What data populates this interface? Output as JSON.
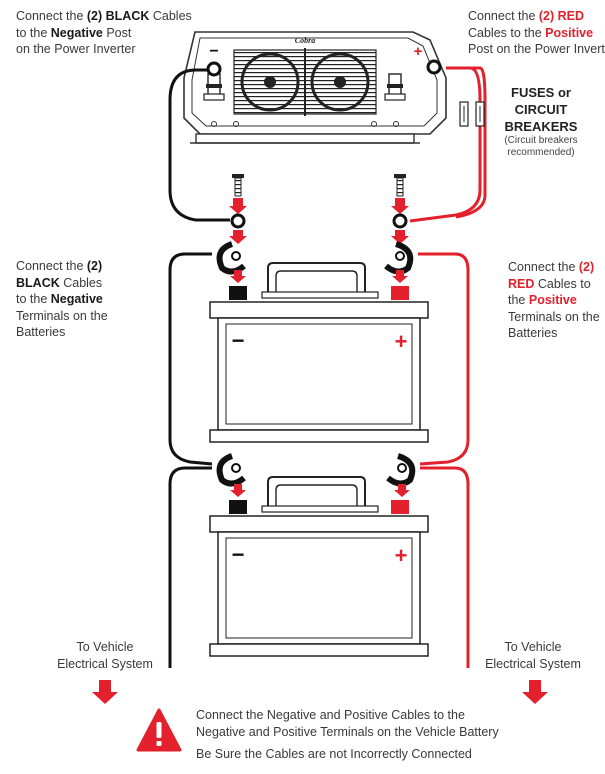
{
  "top_left": {
    "l1": "Connect the ",
    "l1b": "(2) BLACK",
    "l1c": " Cables",
    "l2": "to the ",
    "l2b": "Negative",
    "l2c": " Post",
    "l3": "on the Power Inverter"
  },
  "top_right": {
    "l1": "Connect the ",
    "l1b": "(2) RED",
    "l2": "Cables to the ",
    "l2b": "Positive",
    "l3": "Post on the Power Inverter"
  },
  "mid_left": {
    "l1": "Connect the ",
    "l1b": "(2)",
    "l2b": "BLACK",
    "l2c": " Cables",
    "l3": "to the ",
    "l3b": "Negative",
    "l4": "Terminals on the",
    "l5": "Batteries"
  },
  "mid_right": {
    "l1": "Connect the ",
    "l1b": "(2)",
    "l2b": "RED",
    "l2c": " Cables to",
    "l3": "the ",
    "l3b": "Positive",
    "l4": "Terminals on the",
    "l5": "Batteries"
  },
  "fuses": {
    "title1": "FUSES or",
    "title2": "CIRCUIT",
    "title3": "BREAKERS",
    "sub1": "(Circuit breakers",
    "sub2": "recommended)"
  },
  "brand": "Cobra",
  "inverter_minus": "−",
  "inverter_plus": "+",
  "battery_minus": "−",
  "battery_plus": "+",
  "vehicle_left": {
    "l1": "To Vehicle",
    "l2": "Electrical System"
  },
  "vehicle_right": {
    "l1": "To Vehicle",
    "l2": "Electrical System"
  },
  "warning": {
    "l1": "Connect the Negative and Positive Cables to the",
    "l2": "Negative and Positive Terminals on the Vehicle Battery",
    "l3": "Be Sure the Cables are not Incorrectly Connected"
  },
  "colors": {
    "red": "#e3202b",
    "black": "#111111",
    "gray": "#555555"
  }
}
